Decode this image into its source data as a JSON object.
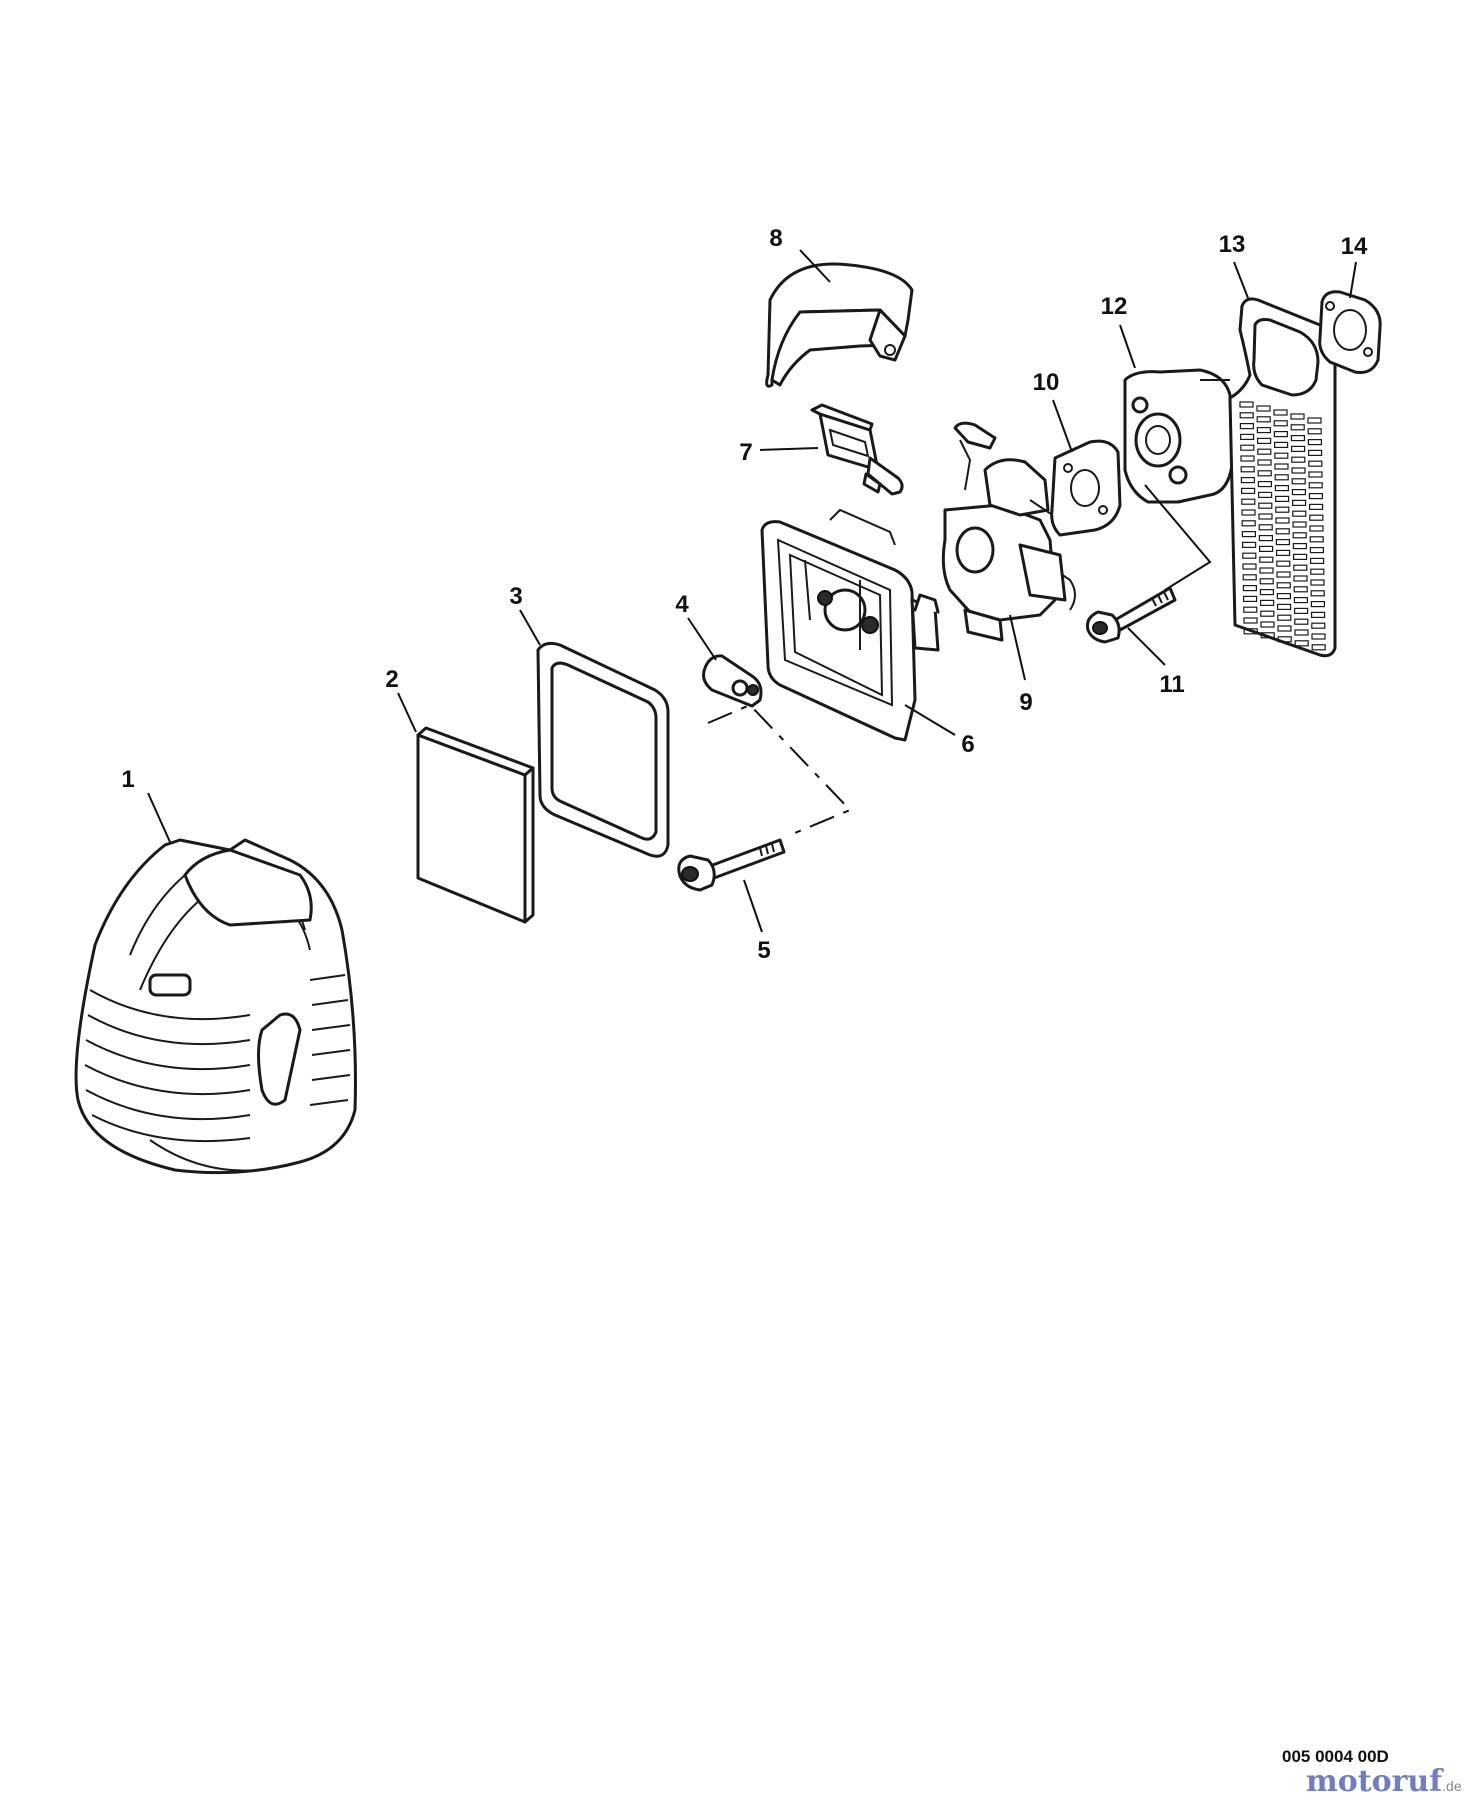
{
  "diagram": {
    "callouts": [
      {
        "id": 1,
        "label": "1"
      },
      {
        "id": 2,
        "label": "2"
      },
      {
        "id": 3,
        "label": "3"
      },
      {
        "id": 4,
        "label": "4"
      },
      {
        "id": 5,
        "label": "5"
      },
      {
        "id": 6,
        "label": "6"
      },
      {
        "id": 7,
        "label": "7"
      },
      {
        "id": 8,
        "label": "8"
      },
      {
        "id": 9,
        "label": "9"
      },
      {
        "id": 10,
        "label": "10"
      },
      {
        "id": 11,
        "label": "11"
      },
      {
        "id": 12,
        "label": "12"
      },
      {
        "id": 13,
        "label": "13"
      },
      {
        "id": 14,
        "label": "14"
      }
    ],
    "drawing_code": "005 0004 00D",
    "watermark": {
      "main": "motoruf",
      "suffix": ".de"
    }
  }
}
